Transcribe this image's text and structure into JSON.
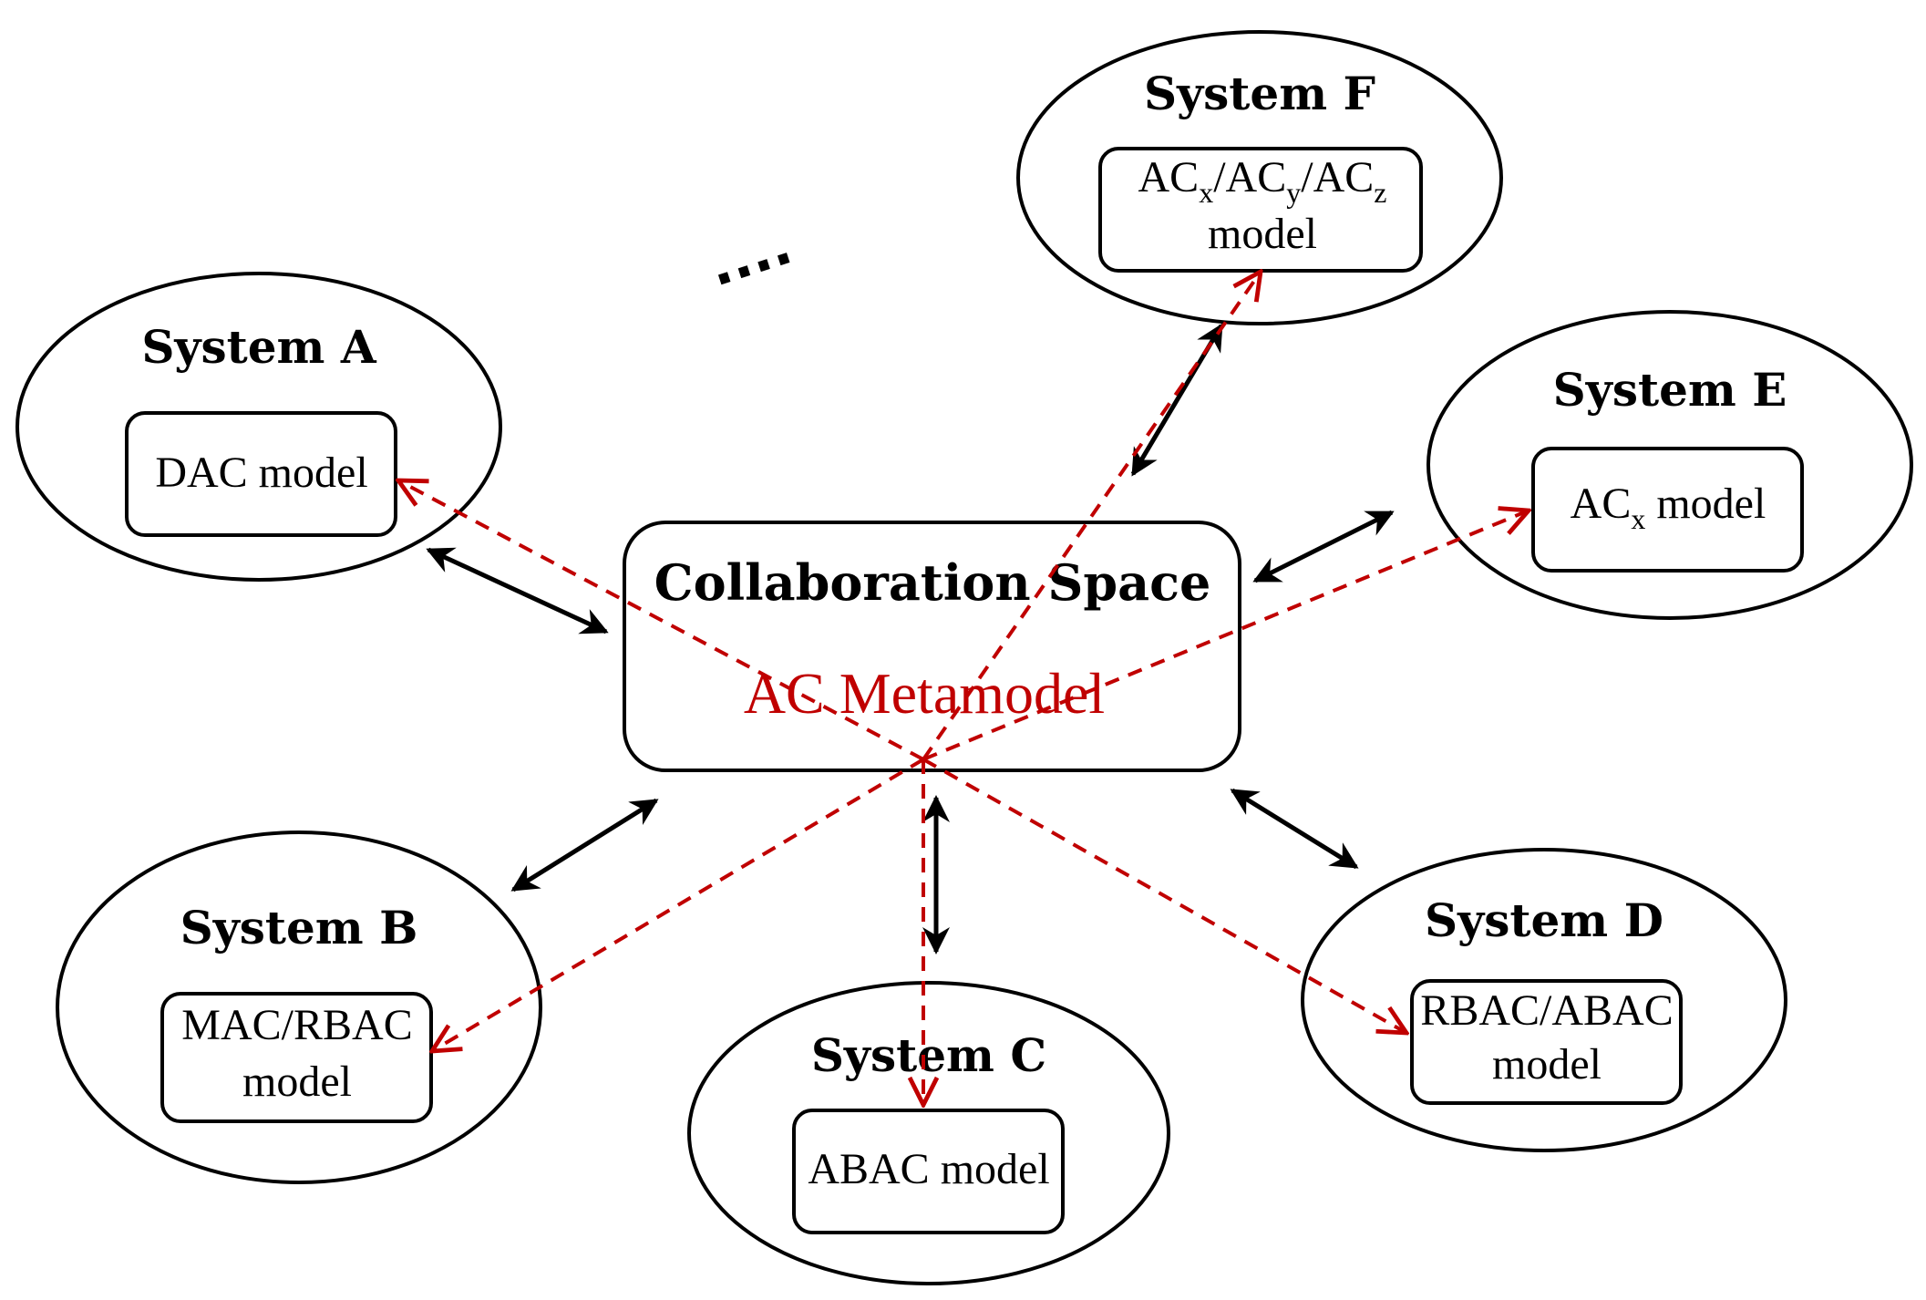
{
  "center": {
    "title": "Collaboration Space",
    "metamodel": "AC Metamodel"
  },
  "systems": {
    "a": {
      "title": "System A",
      "model_line1": "DAC model"
    },
    "b": {
      "title": "System B",
      "model_line1": "MAC/RBAC",
      "model_line2": "model"
    },
    "c": {
      "title": "System C",
      "model_line1": "ABAC model"
    },
    "d": {
      "title": "System D",
      "model_line1": "RBAC/ABAC",
      "model_line2": "model"
    },
    "e": {
      "title": "System E",
      "model_ac": "AC",
      "model_sub": "x",
      "model_rest": " model"
    },
    "f": {
      "title": "System F",
      "ac1": "AC",
      "sub1": "x",
      "sep1": "/",
      "ac2": "AC",
      "sub2": "y",
      "sep2": "/",
      "ac3": "AC",
      "sub3": "z",
      "model_line2": "model"
    }
  },
  "ellipsis": "....",
  "colors": {
    "black": "#000000",
    "red": "#c00000"
  }
}
